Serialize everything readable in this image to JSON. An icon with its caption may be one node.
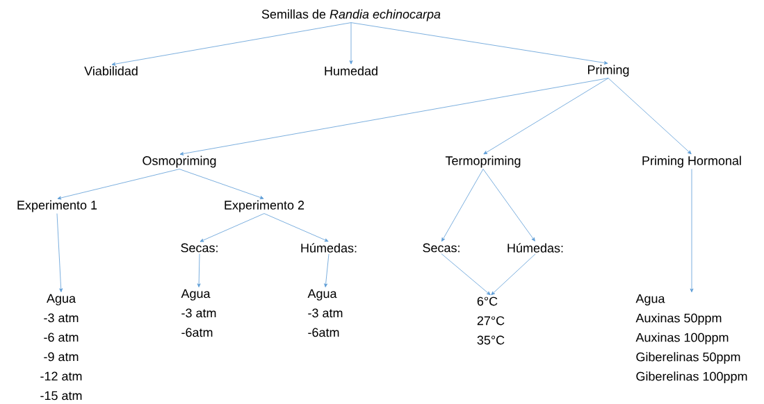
{
  "diagram": {
    "nodes": [
      {
        "text": [
          "Semillas de *Randia echinocarpa*"
        ]
      },
      {
        "text": [
          "Viabilidad"
        ]
      },
      {
        "text": [
          "Humedad"
        ]
      },
      {
        "text": [
          "Priming"
        ]
      },
      {
        "text": [
          "Osmopriming"
        ]
      },
      {
        "text": [
          "Termopriming"
        ]
      },
      {
        "text": [
          "Priming Hormonal"
        ]
      },
      {
        "text": [
          "Experimento 1"
        ]
      },
      {
        "text": [
          "Experimento 2"
        ]
      },
      {
        "text": [
          "Secas:"
        ]
      },
      {
        "text": [
          "Húmedas:"
        ]
      },
      {
        "text": [
          "Secas:"
        ]
      },
      {
        "text": [
          "Húmedas:"
        ]
      },
      {
        "text": [
          "Agua",
          "-3 atm",
          "-6 atm",
          "-9 atm",
          "-12 atm",
          "-15 atm"
        ]
      },
      {
        "text": [
          "Agua",
          "-3 atm",
          "-6atm"
        ]
      },
      {
        "text": [
          "Agua",
          "-3 atm",
          "-6atm"
        ]
      },
      {
        "text": [
          "6°C",
          "27°C",
          "35°C"
        ]
      },
      {
        "text": [
          "Agua",
          "Auxinas 50ppm",
          "Auxinas 100ppm",
          "Giberelinas 50ppm",
          "Giberelinas 100ppm"
        ]
      }
    ],
    "edges": [
      {
        "from": 0,
        "to": 1,
        "arrow": "to"
      },
      {
        "from": 0,
        "to": 2,
        "arrow": "to"
      },
      {
        "from": 0,
        "to": 3,
        "arrow": "to"
      },
      {
        "from": 3,
        "to": 4,
        "arrow": "to"
      },
      {
        "from": 3,
        "to": 5,
        "arrow": "to"
      },
      {
        "from": 3,
        "to": 6,
        "arrow": "to"
      },
      {
        "from": 4,
        "to": 7,
        "arrow": "to"
      },
      {
        "from": 4,
        "to": 8,
        "arrow": "to"
      },
      {
        "from": 7,
        "to": 13,
        "arrow": "to"
      },
      {
        "from": 8,
        "to": 9,
        "arrow": "to"
      },
      {
        "from": 8,
        "to": 10,
        "arrow": "to"
      },
      {
        "from": 9,
        "to": 14,
        "arrow": "to"
      },
      {
        "from": 10,
        "to": 15,
        "arrow": "to"
      },
      {
        "from": 5,
        "to": 11,
        "arrow": "to"
      },
      {
        "from": 5,
        "to": 12,
        "arrow": "to"
      },
      {
        "from": 11,
        "to": 16,
        "arrow": "to"
      },
      {
        "from": 12,
        "to": 16,
        "arrow": "to"
      },
      {
        "from": 6,
        "to": 17,
        "arrow": "to"
      }
    ]
  }
}
